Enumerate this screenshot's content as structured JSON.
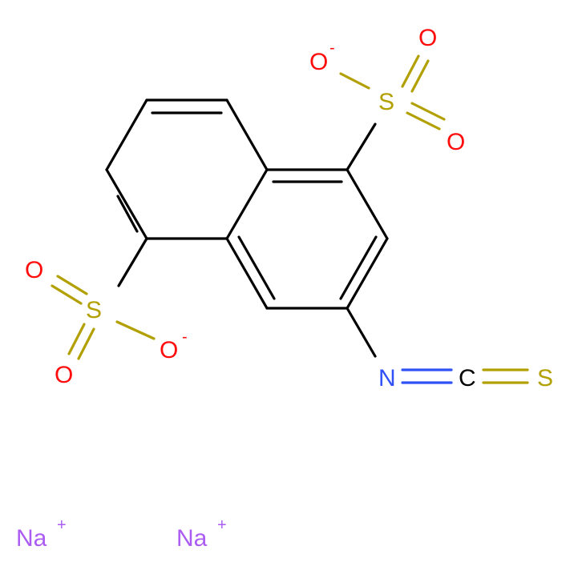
{
  "molecule": {
    "atoms": {
      "s_top": "S",
      "o_top_minus": "O",
      "o_top_right_1": "O",
      "o_top_right_2": "O",
      "s_left": "S",
      "o_left_1": "O",
      "o_left_2": "O",
      "o_left_minus": "O",
      "n": "N",
      "c": "C",
      "s_thio": "S",
      "na1": "Na",
      "na2": "Na"
    },
    "charges": {
      "o_top_minus": "-",
      "o_left_minus": "-",
      "na1": "+",
      "na2": "+"
    }
  },
  "colors": {
    "bond": "#000000",
    "oxygen": "#ff0d0d",
    "sulfur": "#b2a000",
    "nitrogen": "#3050f8",
    "carbon": "#000000",
    "sodium": "#ab5cf2"
  }
}
